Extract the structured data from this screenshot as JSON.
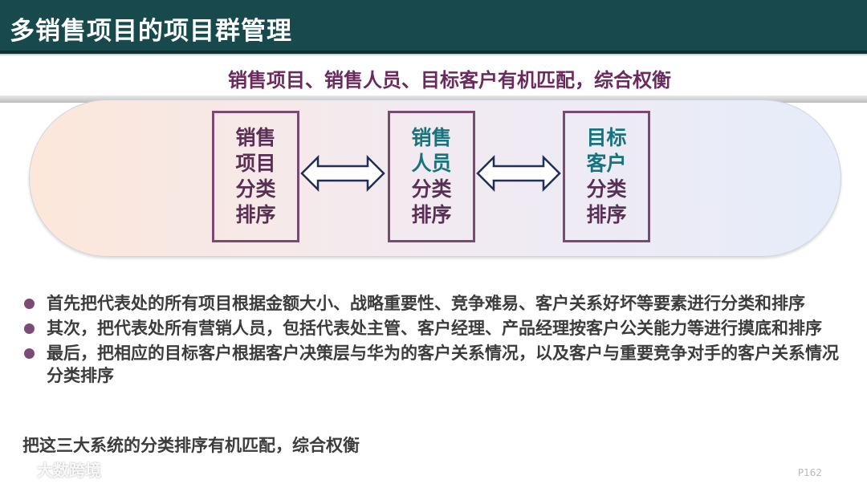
{
  "title": "多销售项目的项目群管理",
  "subtitle": "销售项目、销售人员、目标客户有机匹配，综合权衡",
  "boxes": [
    {
      "lines": [
        "销售",
        "项目",
        "分类",
        "排序"
      ]
    },
    {
      "lines": [
        "销售",
        "人员",
        "分类",
        "排序"
      ]
    },
    {
      "lines": [
        "目标",
        "客户",
        "分类",
        "排序"
      ]
    }
  ],
  "bullets": [
    "首先把代表处的所有项目根据金额大小、战略重要性、竞争难易、客户关系好坏等要素进行分类和排序",
    "其次，把代表处所有营销人员，包括代表处主管、客户经理、产品经理按客户公关能力等进行摸底和排序",
    "最后，把相应的目标客户根据客户决策层与华为的客户关系情况，以及客户与重要竞争对手的客户关系情况分类排序"
  ],
  "conclusion": "把这三大系统的分类排序有机匹配，综合权衡",
  "watermark": "大数跨境",
  "page_number": "P162",
  "colors": {
    "title_bg": "#17494d",
    "accent_plum": "#7a4a72",
    "accent_teal": "#17747c",
    "subtitle": "#6b2a5e"
  },
  "icons": [
    "double-arrow-icon",
    "bullet-dot-icon",
    "watermark-logo-icon"
  ]
}
